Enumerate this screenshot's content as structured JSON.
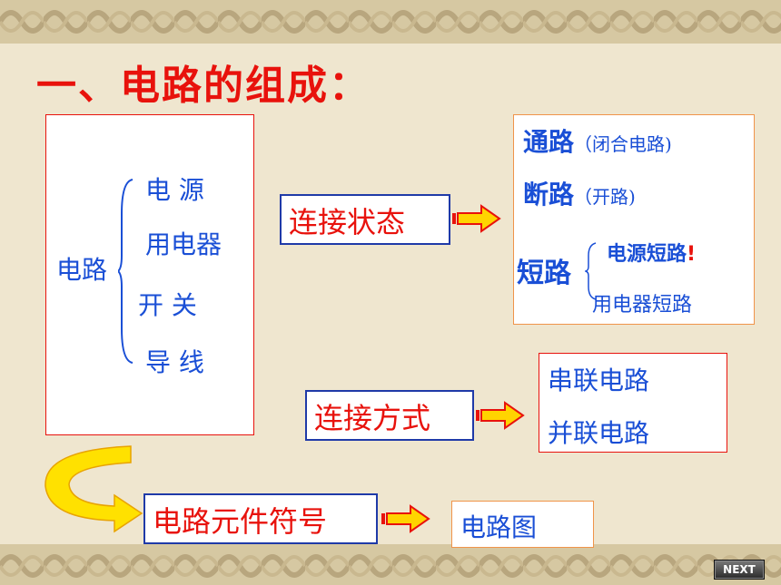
{
  "title": "一、电路的组成：",
  "composition": {
    "label": "电路",
    "items": [
      "电 源",
      "用电器",
      "开 关",
      "导 线"
    ]
  },
  "connection_state": {
    "label": "连接状态",
    "states": [
      {
        "name": "通路",
        "note": "（闭合电路)"
      },
      {
        "name": "断路",
        "note": "（开路)"
      }
    ],
    "short_circuit": {
      "name": "短路",
      "power_short": "电源短路",
      "power_short_mark": "!",
      "appliance_short": "用电器短路"
    }
  },
  "connection_mode": {
    "label": "连接方式",
    "modes": [
      "串联电路",
      "并联电路"
    ]
  },
  "symbols": {
    "label": "电路元件符号",
    "result": "电路图"
  },
  "nav": {
    "next_label": "NEXT"
  },
  "colors": {
    "accent": "#e8120c",
    "text": "#1a4fd6",
    "box_border": "#e8120c"
  }
}
